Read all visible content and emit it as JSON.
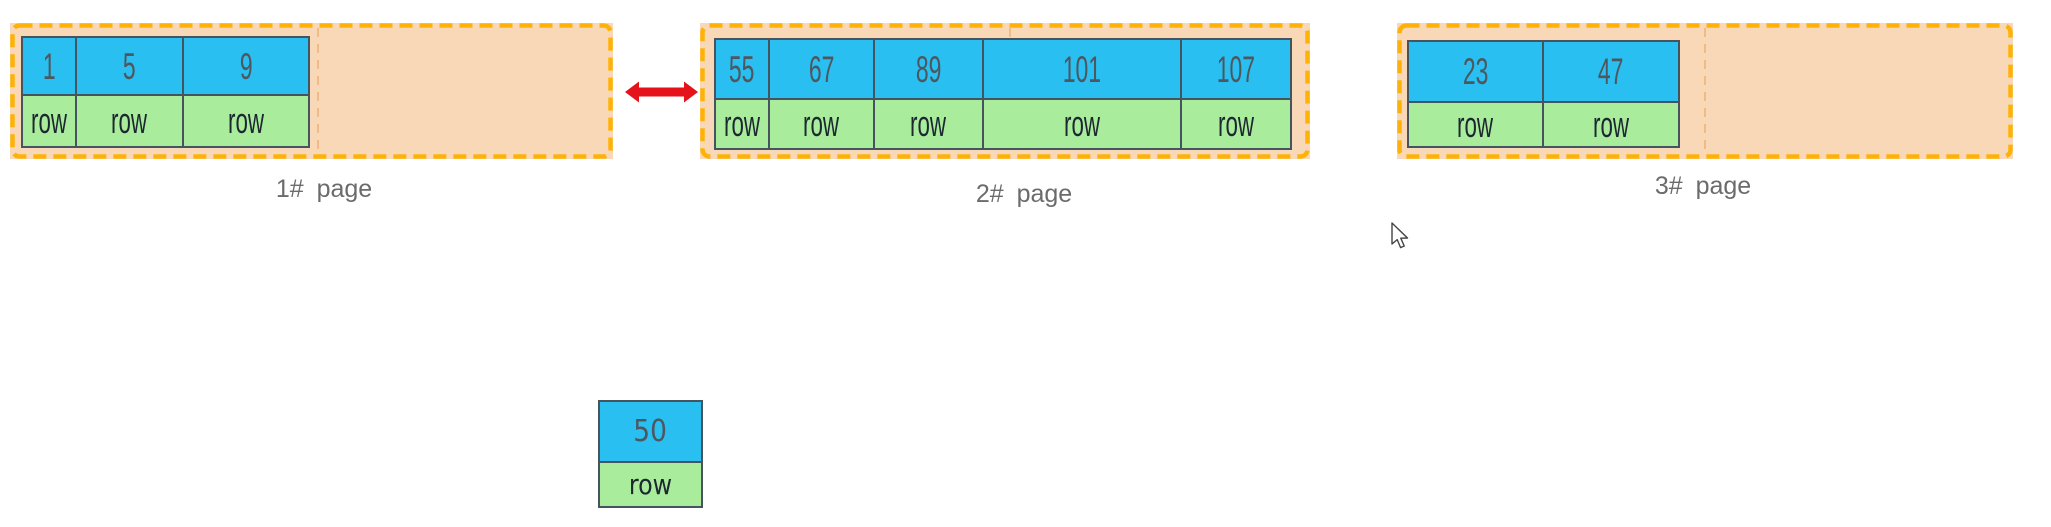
{
  "diagram": {
    "pages": [
      {
        "label": "1# page",
        "cells": [
          {
            "key": "1",
            "row": "row"
          },
          {
            "key": "5",
            "row": "row"
          },
          {
            "key": "9",
            "row": "row"
          }
        ]
      },
      {
        "label": "2# page",
        "cells": [
          {
            "key": "55",
            "row": "row"
          },
          {
            "key": "67",
            "row": "row"
          },
          {
            "key": "89",
            "row": "row"
          },
          {
            "key": "101",
            "row": "row"
          },
          {
            "key": "107",
            "row": "row"
          }
        ]
      },
      {
        "label": "3# page",
        "cells": [
          {
            "key": "23",
            "row": "row"
          },
          {
            "key": "47",
            "row": "row"
          }
        ]
      }
    ],
    "orphan": {
      "key": "50",
      "row": "row"
    },
    "colors": {
      "key_fill": "#29bff0",
      "row_fill": "#a9ec9c",
      "page_fill": "#f9d8b8",
      "page_border": "#feb207",
      "table_border": "#45545f",
      "arrow_red": "#e5121c",
      "label_text": "#6b6b6b"
    }
  }
}
